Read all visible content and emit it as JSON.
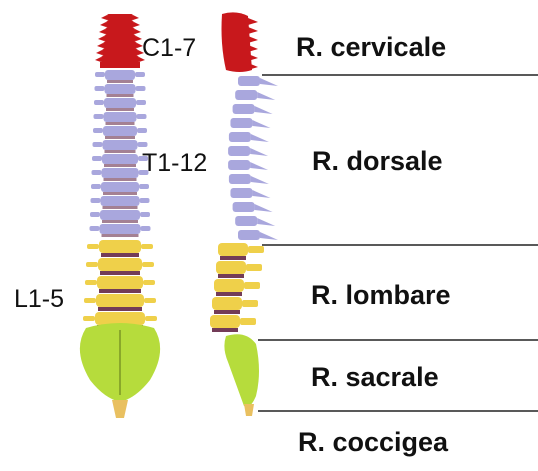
{
  "diagram": {
    "codes": {
      "cervical": "C1-7",
      "thoracic": "T1-12",
      "lumbar": "L1-5"
    },
    "regions": {
      "cervical": "R. cervicale",
      "thoracic": "R. dorsale",
      "lumbar": "R. lombare",
      "sacral": "R. sacrale",
      "coccygeal": "R. coccigea"
    },
    "colors": {
      "cervical": "#c8181c",
      "thoracic": "#a9a7dd",
      "lumbar": "#efd04a",
      "sacral": "#b6dc3c",
      "coccygeal": "#e9c060",
      "disc": "#5a1a3a",
      "divider": "#222222"
    }
  }
}
